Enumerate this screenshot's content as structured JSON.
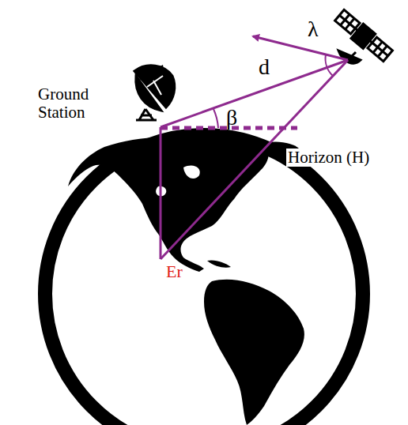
{
  "diagram": {
    "labels": [
      "λ",
      "d",
      "Ground Station",
      "β",
      "Horizon (H)",
      "Er"
    ]
  }
}
